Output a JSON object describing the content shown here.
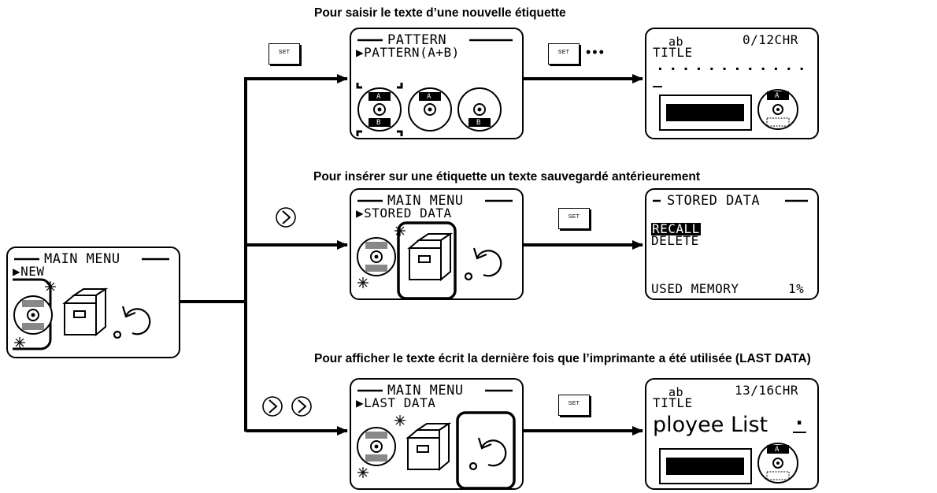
{
  "captions": {
    "new_label": "Pour saisir le texte d’une nouvelle étiquette",
    "stored": "Pour insérer sur une étiquette un texte sauvegardé antérieurement",
    "last": "Pour afficher le texte écrit la dernière fois que l’imprimante a été utilisée (LAST DATA)"
  },
  "main_screen": {
    "title": "MAIN MENU",
    "selection": "▶NEW"
  },
  "pattern_screen": {
    "title": "PATTERN",
    "selection": "▶PATTERN(A+B)",
    "disc1_top": "A",
    "disc1_bottom": "B",
    "disc2_top": "A",
    "disc3_bottom": "B"
  },
  "title_screen_1": {
    "mode": "ab",
    "counter": "0/12CHR",
    "label": "TITLE",
    "dots": "............",
    "cursor": "_",
    "disc_label": "A"
  },
  "stored_menu_screen": {
    "title": "MAIN MENU",
    "selection": "▶STORED DATA"
  },
  "stored_data_screen": {
    "title": "STORED DATA",
    "recall": "RECALL",
    "delete": "DELETE",
    "memory_label": "USED MEMORY",
    "memory_value": "1%"
  },
  "last_menu_screen": {
    "title": "MAIN MENU",
    "selection": "▶LAST DATA"
  },
  "title_screen_2": {
    "mode": "ab",
    "counter": "13/16CHR",
    "label": "TITLE",
    "text": "ployee List",
    "cursor": "·",
    "disc_label": "A"
  },
  "buttons": {
    "set_label": "SET",
    "ellipsis": "•••"
  }
}
